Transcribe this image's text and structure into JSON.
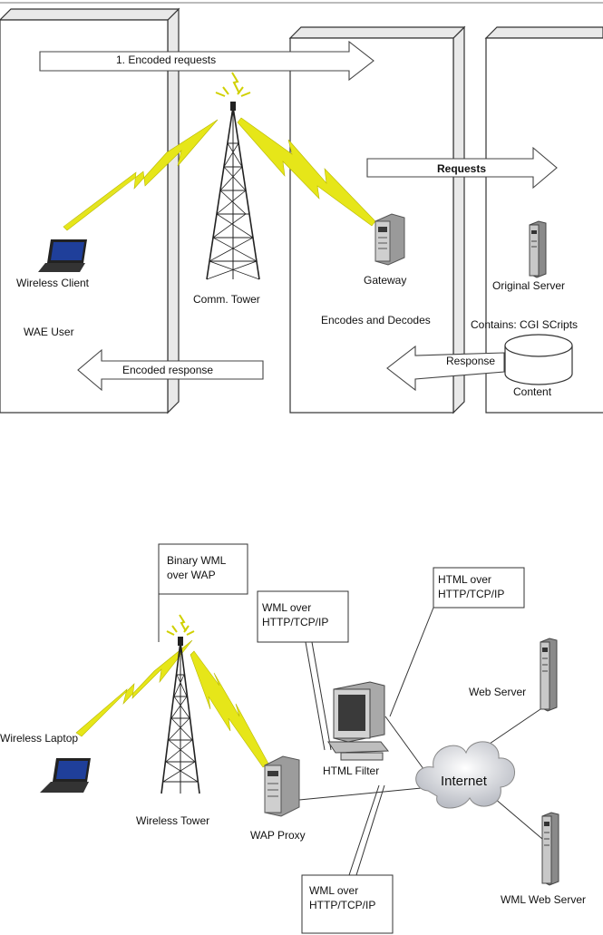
{
  "top_diagram": {
    "encoded_requests": "1. Encoded requests",
    "requests": "Requests",
    "wireless_client": "Wireless Client",
    "comm_tower": "Comm. Tower",
    "gateway": "Gateway",
    "original_server": "Original Server",
    "wae_user": "WAE User",
    "encodes_decodes": "Encodes and Decodes",
    "contains": "Contains: CGI SCripts",
    "response": "Response",
    "encoded_response": "Encoded response",
    "content": "Content"
  },
  "bottom_diagram": {
    "binary_wml_1": "Binary WML",
    "binary_wml_2": "over WAP",
    "wml_over_1a": "WML over",
    "wml_over_1b": "HTTP/TCP/IP",
    "html_over_1": "HTML over",
    "html_over_2": "HTTP/TCP/IP",
    "wireless_laptop": "Wireless Laptop",
    "wireless_tower": "Wireless Tower",
    "wap_proxy": "WAP Proxy",
    "html_filter": "HTML Filter",
    "internet": "Internet",
    "web_server": "Web Server",
    "wml_over_2a": "WML over",
    "wml_over_2b": "HTTP/TCP/IP",
    "wml_web_server": "WML Web Server"
  },
  "colors": {
    "lightning": "#e6e619",
    "panel_side": "#e9e9e9"
  }
}
